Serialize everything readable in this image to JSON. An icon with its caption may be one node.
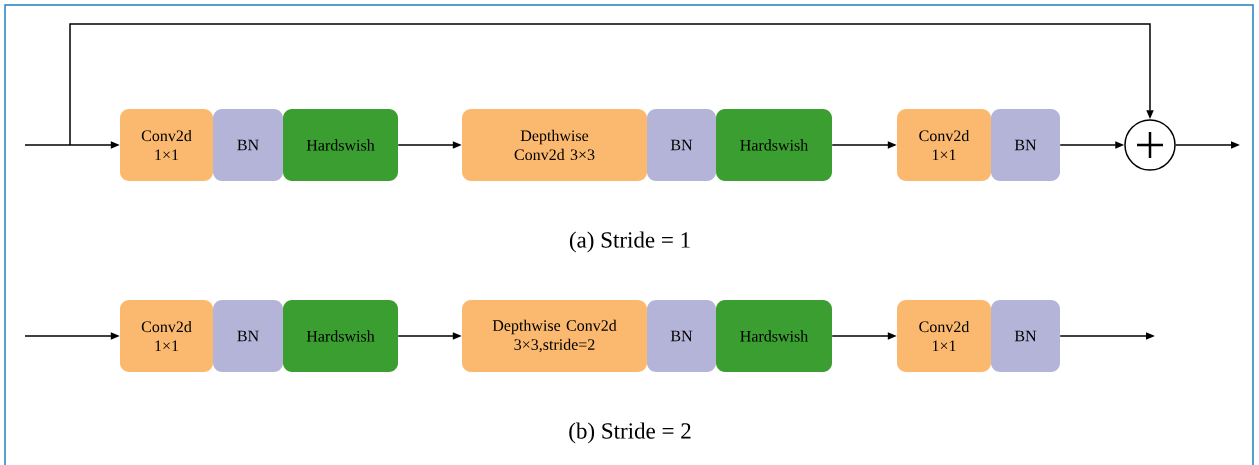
{
  "diagram": {
    "nodes": [
      {
        "text": [
          "Conv2d 1×1"
        ]
      },
      {
        "text": [
          "BN"
        ]
      },
      {
        "text": [
          "Hardswish"
        ]
      },
      {
        "text": [
          "Depthwise Conv2d 3×3"
        ]
      },
      {
        "text": [
          "BN"
        ]
      },
      {
        "text": [
          "Hardswish"
        ]
      },
      {
        "text": [
          "Conv2d 1×1"
        ]
      },
      {
        "text": [
          "BN"
        ]
      },
      {
        "text": [],
        "shape": "circle"
      },
      {
        "text": [
          "Conv2d 1×1"
        ]
      },
      {
        "text": [
          "BN"
        ]
      },
      {
        "text": [
          "Hardswish"
        ]
      },
      {
        "text": [
          "Depthwise Conv2d 3×3,stride=2"
        ]
      },
      {
        "text": [
          "BN"
        ]
      },
      {
        "text": [
          "Hardswish"
        ]
      },
      {
        "text": [
          "Conv2d 1×1"
        ]
      },
      {
        "text": [
          "BN"
        ]
      }
    ],
    "edges": [
      {
        "from": null,
        "to": 0,
        "arrow": "to"
      },
      {
        "from": 2,
        "to": 3,
        "arrow": "to"
      },
      {
        "from": 5,
        "to": 6,
        "arrow": "to"
      },
      {
        "from": 7,
        "to": 8,
        "arrow": "to"
      },
      {
        "from": 8,
        "to": null,
        "arrow": "to"
      },
      {
        "from": null,
        "to": 8,
        "arrow": "to"
      },
      {
        "from": null,
        "to": 9,
        "arrow": "to"
      },
      {
        "from": 11,
        "to": 12,
        "arrow": "to"
      },
      {
        "from": 14,
        "to": 15,
        "arrow": "to"
      },
      {
        "from": 16,
        "to": null,
        "arrow": "to"
      }
    ],
    "labels": [
      "(a) Stride = 1",
      "(b) Stride = 2"
    ]
  }
}
